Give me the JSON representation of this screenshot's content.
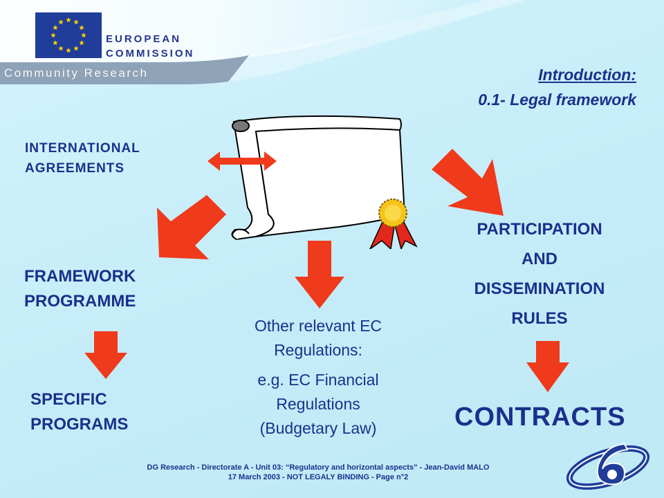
{
  "header": {
    "organization": "EUROPEAN\nCOMMISSION",
    "department": "Community Research"
  },
  "title": {
    "line1": "Introduction:",
    "line2": "0.1- Legal framework"
  },
  "diagram": {
    "international": "INTERNATIONAL\nAGREEMENTS",
    "framework": "FRAMEWORK\nPROGRAMME",
    "specific": "SPECIFIC\nPROGRAMS",
    "participation": "PARTICIPATION\nAND\nDISSEMINATION\nRULES",
    "contracts": "CONTRACTS",
    "other_regs": "Other relevant EC\nRegulations:",
    "example": "e.g. EC Financial\nRegulations\n(Budgetary Law)"
  },
  "footer": {
    "line1": "DG Research  - Directorate  A - Unit 03: “Regulatory  and horizontal aspects”  - Jean-David  MALO",
    "line2": "17 March 2003 - NOT LEGALY BINDING  - Page n°2"
  },
  "colors": {
    "arrow": "#f03a1c",
    "text": "#1c2f8c",
    "eu_blue": "#1f3d99",
    "eu_gold": "#ffd200",
    "background": "#c9eef9"
  }
}
